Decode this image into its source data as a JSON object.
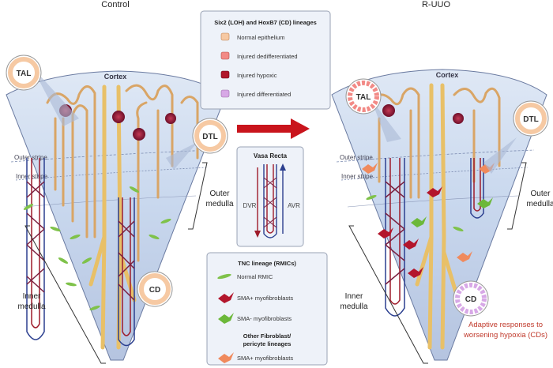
{
  "titles": {
    "control": "Control",
    "ruuo": "R-UUO"
  },
  "regions": {
    "cortex": "Cortex",
    "outer_stripe": "Outer stripe",
    "inner_stripe": "Inner stripe",
    "outer_medulla": [
      "Outer",
      "medulla"
    ],
    "inner_medulla": [
      "Inner",
      "medulla"
    ]
  },
  "callouts": {
    "tal": "TAL",
    "dtl": "DTL",
    "cd": "CD"
  },
  "lineage_legend": {
    "title": "Six2 (LOH) and HoxB7 (CD) lineages",
    "items": [
      {
        "label": "Normal epithelium",
        "color": "#f6c9a3"
      },
      {
        "label": "Injured dedifferentiated",
        "color": "#f28a86"
      },
      {
        "label": "Injured hypoxic",
        "color": "#b0172a"
      },
      {
        "label": "Injured differentiated",
        "color": "#d7a8e6"
      }
    ]
  },
  "vasa_recta": {
    "title": "Vasa Recta",
    "dvr": "DVR",
    "avr": "AVR",
    "dvr_color": "#9e1b2a",
    "avr_color": "#2b3f8f"
  },
  "tnc_legend": {
    "title": "TNC lineage (RMICs)",
    "items": [
      {
        "label": "Normal RMIC",
        "color": "#7fc24a"
      },
      {
        "label": "SMA+ myofibroblasts",
        "color": "#b3162c"
      },
      {
        "label": "SMA- myofibroblasts",
        "color": "#6cb83a"
      }
    ],
    "other_title": [
      "Other Fibroblast/",
      "pericyte lineages"
    ],
    "other_items": [
      {
        "label": "SMA+ myofibroblasts",
        "color": "#f08a5d"
      }
    ]
  },
  "adaptive_note": [
    "Adaptive responses to",
    "worsening hypoxia (CDs)"
  ],
  "colors": {
    "arrow": "#c9141c",
    "tubule": "#d9a566",
    "duct": "#e8c068",
    "note_text": "#c0392b",
    "panel_fill": "#eef2f9",
    "panel_stroke": "#9aa3b5"
  }
}
